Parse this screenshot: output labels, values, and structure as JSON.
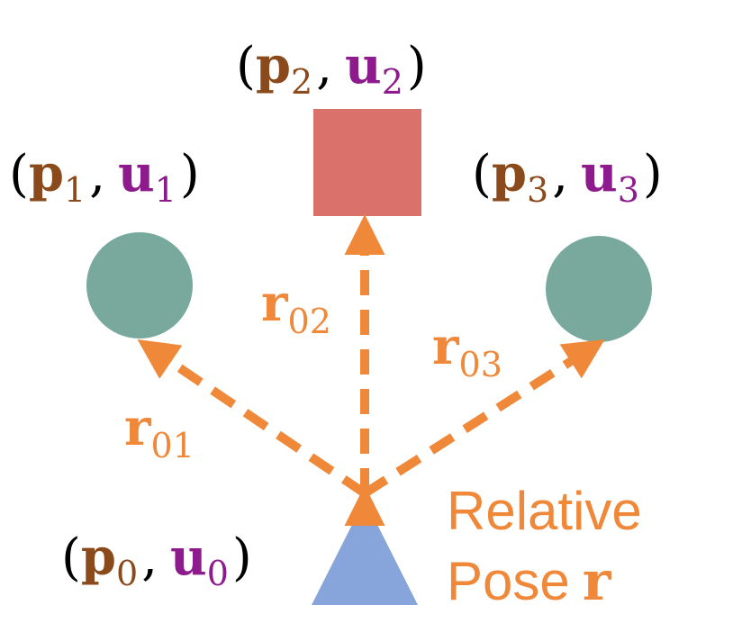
{
  "colors": {
    "brown": "#8B4A1C",
    "purple": "#8E1B8E",
    "orange": "#F0883A",
    "teal": "#78A99C",
    "red": "#DB716B",
    "blue": "#87A5DA",
    "black": "#000000"
  },
  "nodes": {
    "node0": {
      "p": "p",
      "p_sub": "0",
      "u": "u",
      "u_sub": "0",
      "shape": "triangle"
    },
    "node1": {
      "p": "p",
      "p_sub": "1",
      "u": "u",
      "u_sub": "1",
      "shape": "circle"
    },
    "node2": {
      "p": "p",
      "p_sub": "2",
      "u": "u",
      "u_sub": "2",
      "shape": "square"
    },
    "node3": {
      "p": "p",
      "p_sub": "3",
      "u": "u",
      "u_sub": "3",
      "shape": "circle"
    }
  },
  "edges": {
    "r01": {
      "sym": "r",
      "sub": "01"
    },
    "r02": {
      "sym": "r",
      "sub": "02"
    },
    "r03": {
      "sym": "r",
      "sub": "03"
    }
  },
  "legend": {
    "line1": "Relative",
    "line2": "Pose",
    "symbol": "r"
  },
  "punct": {
    "open": "(",
    "comma": ",",
    "close": ")"
  }
}
